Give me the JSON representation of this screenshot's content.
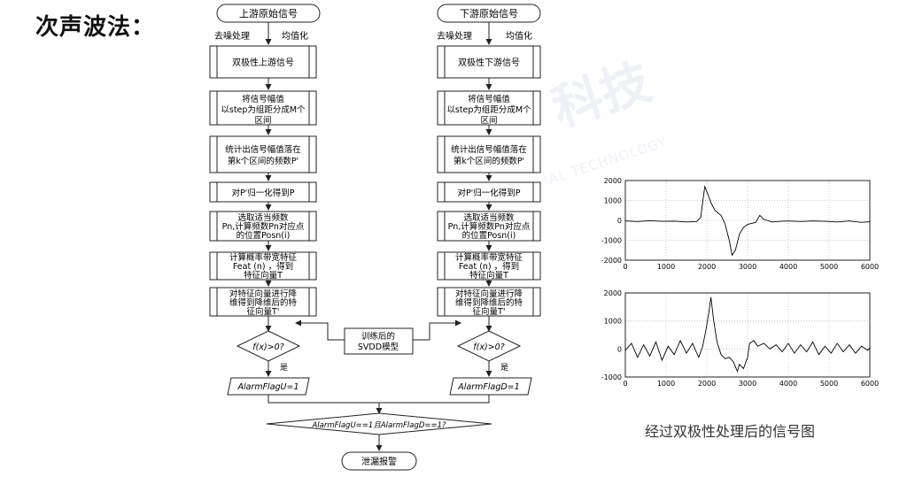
{
  "title": "次声波法：",
  "watermark": {
    "text": "科技",
    "sub": "IAL TECHNOLOGY"
  },
  "flowchart": {
    "left": {
      "source": "上游原始信号",
      "prep_left": "去噪处理",
      "prep_right": "均值化",
      "bipolar": "双极性上游信号",
      "step_divide": [
        "将信号幅值",
        "以step为组距分成M个",
        "区间"
      ],
      "count_freq": [
        "统计出信号幅值落在",
        "第k个区间的频数P'"
      ],
      "normalize": "对P'归一化得到P",
      "select_freq": [
        "选取适当频数",
        "Pn,计算频数Pn对应点",
        "的位置Posn(i)"
      ],
      "bandwidth": [
        "计算概率带宽特征",
        "Feat (n) ，得到",
        "特征向量T"
      ],
      "reduce_dim": [
        "对特征向量进行降",
        "维得到降维后的特",
        "征向量T'"
      ],
      "decision": "f(x)>0?",
      "yes": "是",
      "alarm": "AlarmFlagU=1"
    },
    "right": {
      "source": "下游原始信号",
      "prep_left": "去噪处理",
      "prep_right": "均值化",
      "bipolar": "双极性下游信号",
      "step_divide": [
        "将信号幅值",
        "以step为组距分成M个",
        "区间"
      ],
      "count_freq": [
        "统计出信号幅值落在",
        "第k个区间的频数P'"
      ],
      "normalize": "对P'归一化得到P",
      "select_freq": [
        "选取适当频数",
        "Pn,计算频数Pn对应点",
        "的位置Posn(i)"
      ],
      "bandwidth": [
        "计算概率带宽特征",
        "Feat (n) ，得到",
        "特征向量T"
      ],
      "reduce_dim": [
        "对特征向量进行降",
        "维得到降维后的特",
        "征向量T'"
      ],
      "decision": "f(x)>0?",
      "yes": "是",
      "alarm": "AlarmFlagD=1"
    },
    "model": [
      "训练后的",
      "SVDD模型"
    ],
    "combined": "AlarmFlagU==1且AlarmFlagD==1?",
    "final": "泄漏报警"
  },
  "chart_data": [
    {
      "type": "line",
      "x_ticks": [
        0,
        1000,
        2000,
        3000,
        4000,
        5000,
        6000
      ],
      "y_ticks": [
        2000,
        1000,
        0,
        -1000,
        -2000
      ],
      "xlim": [
        0,
        6000
      ],
      "ylim": [
        -2000,
        2000
      ],
      "grid": true,
      "series": [
        {
          "values_xy": [
            [
              0,
              -30
            ],
            [
              300,
              -60
            ],
            [
              600,
              -20
            ],
            [
              900,
              -50
            ],
            [
              1200,
              -40
            ],
            [
              1500,
              -80
            ],
            [
              1750,
              -60
            ],
            [
              1850,
              150
            ],
            [
              1950,
              1700
            ],
            [
              2020,
              1350
            ],
            [
              2100,
              900
            ],
            [
              2200,
              500
            ],
            [
              2350,
              250
            ],
            [
              2450,
              -200
            ],
            [
              2550,
              -1000
            ],
            [
              2620,
              -1750
            ],
            [
              2700,
              -1500
            ],
            [
              2800,
              -700
            ],
            [
              2900,
              -350
            ],
            [
              3000,
              -200
            ],
            [
              3100,
              -150
            ],
            [
              3200,
              -100
            ],
            [
              3300,
              250
            ],
            [
              3400,
              50
            ],
            [
              3600,
              -80
            ],
            [
              3800,
              -50
            ],
            [
              4000,
              -30
            ],
            [
              4300,
              -60
            ],
            [
              4600,
              -30
            ],
            [
              4900,
              -50
            ],
            [
              5200,
              -80
            ],
            [
              5500,
              -30
            ],
            [
              5800,
              -100
            ],
            [
              6000,
              -70
            ]
          ]
        }
      ]
    },
    {
      "type": "line",
      "x_ticks": [
        0,
        1000,
        2000,
        3000,
        4000,
        5000,
        6000
      ],
      "y_ticks": [
        2000,
        1000,
        0,
        -1000
      ],
      "xlim": [
        0,
        6000
      ],
      "ylim": [
        -1000,
        2000
      ],
      "grid": true,
      "series": [
        {
          "values_xy": [
            [
              0,
              -50
            ],
            [
              150,
              200
            ],
            [
              300,
              -300
            ],
            [
              450,
              150
            ],
            [
              600,
              -250
            ],
            [
              750,
              250
            ],
            [
              900,
              -400
            ],
            [
              1050,
              100
            ],
            [
              1200,
              -200
            ],
            [
              1350,
              300
            ],
            [
              1500,
              -150
            ],
            [
              1650,
              200
            ],
            [
              1800,
              -300
            ],
            [
              1900,
              100
            ],
            [
              1980,
              700
            ],
            [
              2050,
              1300
            ],
            [
              2100,
              1850
            ],
            [
              2170,
              1000
            ],
            [
              2250,
              250
            ],
            [
              2350,
              -200
            ],
            [
              2450,
              -350
            ],
            [
              2550,
              -300
            ],
            [
              2650,
              -450
            ],
            [
              2750,
              -800
            ],
            [
              2800,
              -550
            ],
            [
              2900,
              -700
            ],
            [
              3000,
              -300
            ],
            [
              3050,
              200
            ],
            [
              3150,
              300
            ],
            [
              3250,
              100
            ],
            [
              3400,
              200
            ],
            [
              3550,
              0
            ],
            [
              3700,
              150
            ],
            [
              3850,
              -100
            ],
            [
              4000,
              200
            ],
            [
              4150,
              -150
            ],
            [
              4300,
              150
            ],
            [
              4450,
              -100
            ],
            [
              4600,
              250
            ],
            [
              4750,
              -200
            ],
            [
              4900,
              100
            ],
            [
              5050,
              -150
            ],
            [
              5200,
              200
            ],
            [
              5350,
              -100
            ],
            [
              5500,
              150
            ],
            [
              5650,
              -150
            ],
            [
              5800,
              100
            ],
            [
              5950,
              -50
            ],
            [
              6000,
              50
            ]
          ]
        }
      ]
    }
  ],
  "caption": "经过双极性处理后的信号图"
}
